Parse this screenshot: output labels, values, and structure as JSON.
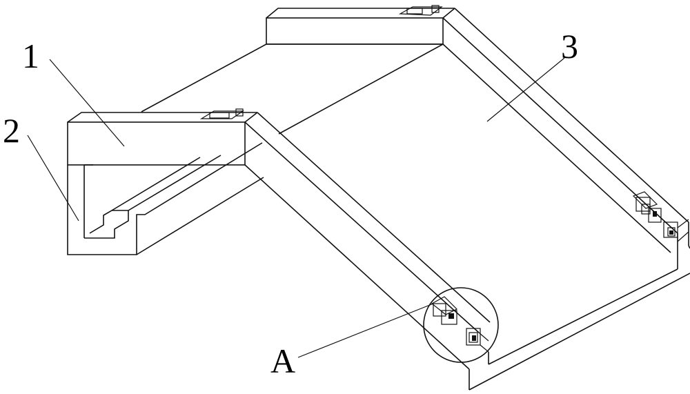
{
  "labels": {
    "part1": "1",
    "part2": "2",
    "part3": "3",
    "detailA": "A"
  },
  "colors": {
    "line": "#111111",
    "background": "#ffffff"
  }
}
